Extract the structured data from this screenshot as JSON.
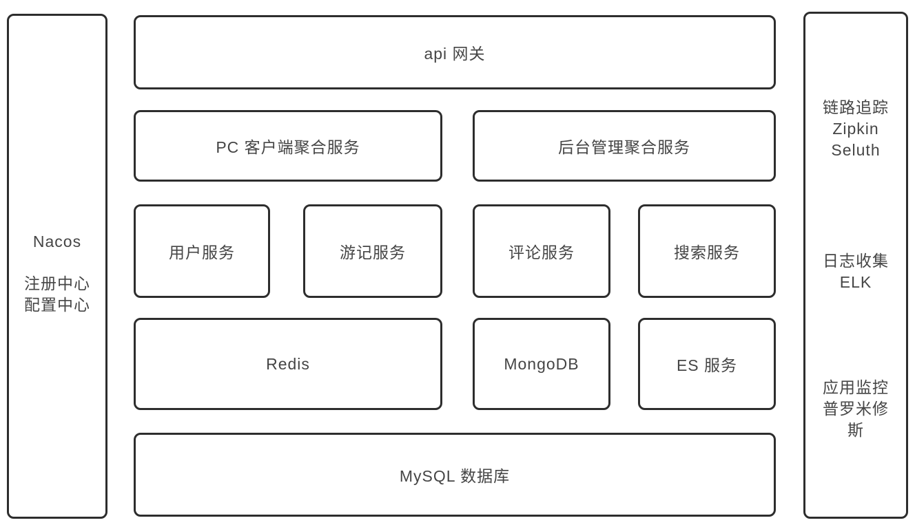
{
  "diagram": {
    "left_panel": {
      "title": "Nacos",
      "line1": "注册中心",
      "line2": "配置中心"
    },
    "right_panel": {
      "tracing": {
        "line1": "链路追踪",
        "line2": "Zipkin",
        "line3": "Seluth"
      },
      "logging": {
        "line1": "日志收集",
        "line2": "ELK"
      },
      "monitoring": {
        "line1": "应用监控",
        "line2": "普罗米修",
        "line3": "斯"
      }
    },
    "main": {
      "gateway": "api 网关",
      "pc_aggregation": "PC 客户端聚合服务",
      "admin_aggregation": "后台管理聚合服务",
      "user_service": "用户服务",
      "travel_service": "游记服务",
      "comment_service": "评论服务",
      "search_service": "搜索服务",
      "redis": "Redis",
      "mongodb": "MongoDB",
      "es_service": "ES 服务",
      "mysql": "MySQL 数据库"
    },
    "colors": {
      "border": "#2d2d2d",
      "text": "#454545",
      "background": "#ffffff"
    }
  }
}
